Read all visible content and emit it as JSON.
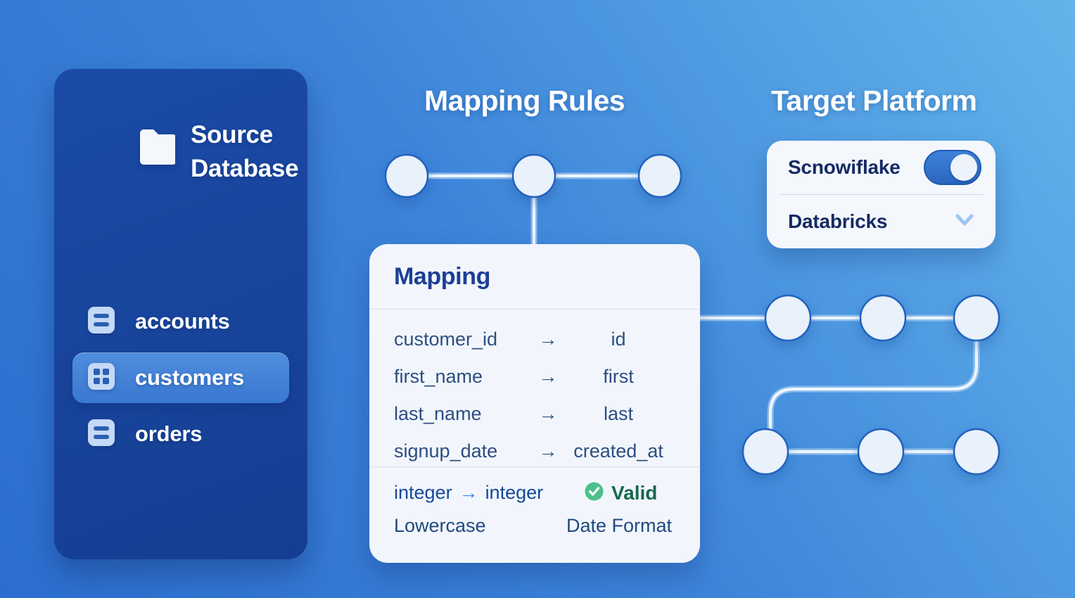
{
  "sidebar": {
    "title": "Source Database",
    "items": [
      {
        "label": "accounts",
        "icon": "rows-icon",
        "selected": false
      },
      {
        "label": "customers",
        "icon": "grid-icon",
        "selected": true
      },
      {
        "label": "orders",
        "icon": "rows-icon",
        "selected": false
      }
    ]
  },
  "mapping_rules": {
    "heading": "Mapping Rules",
    "card": {
      "title": "Mapping",
      "arrow": "→",
      "rows": [
        {
          "source": "customer_id",
          "target": "id"
        },
        {
          "source": "first_name",
          "target": "first"
        },
        {
          "source": "last_name",
          "target": "last"
        },
        {
          "source": "signup_date",
          "target": "created_at"
        }
      ],
      "footer": {
        "type_from": "integer",
        "type_arrow": "→",
        "type_to": "integer",
        "status": "Valid",
        "status_icon": "check-circle-icon",
        "transforms": [
          "Lowercase",
          "Date Format"
        ]
      }
    }
  },
  "target_platform": {
    "heading": "Target Platform",
    "options": [
      {
        "label": "Scnowiflake",
        "control": "toggle",
        "toggle_state": "on"
      },
      {
        "label": "Databricks",
        "control": "chevron-down"
      }
    ]
  },
  "colors": {
    "background_gradient": [
      "#2b6ecf",
      "#3d84da",
      "#63b4ea"
    ],
    "sidebar_bg": "#17449b",
    "sidebar_selected": "#3f7fd7",
    "card_bg": "#f2f6fc",
    "navy_text": "#1c3f96",
    "row_text": "#2d4e82",
    "accent_arrow": "#3b82e6",
    "valid_green": "#4cc08c",
    "valid_text": "#15694e",
    "toggle_track": "#2e74d1",
    "node_fill": "#e9f1fb",
    "node_stroke": "#2062c0",
    "wire": "#9cc6ef"
  }
}
